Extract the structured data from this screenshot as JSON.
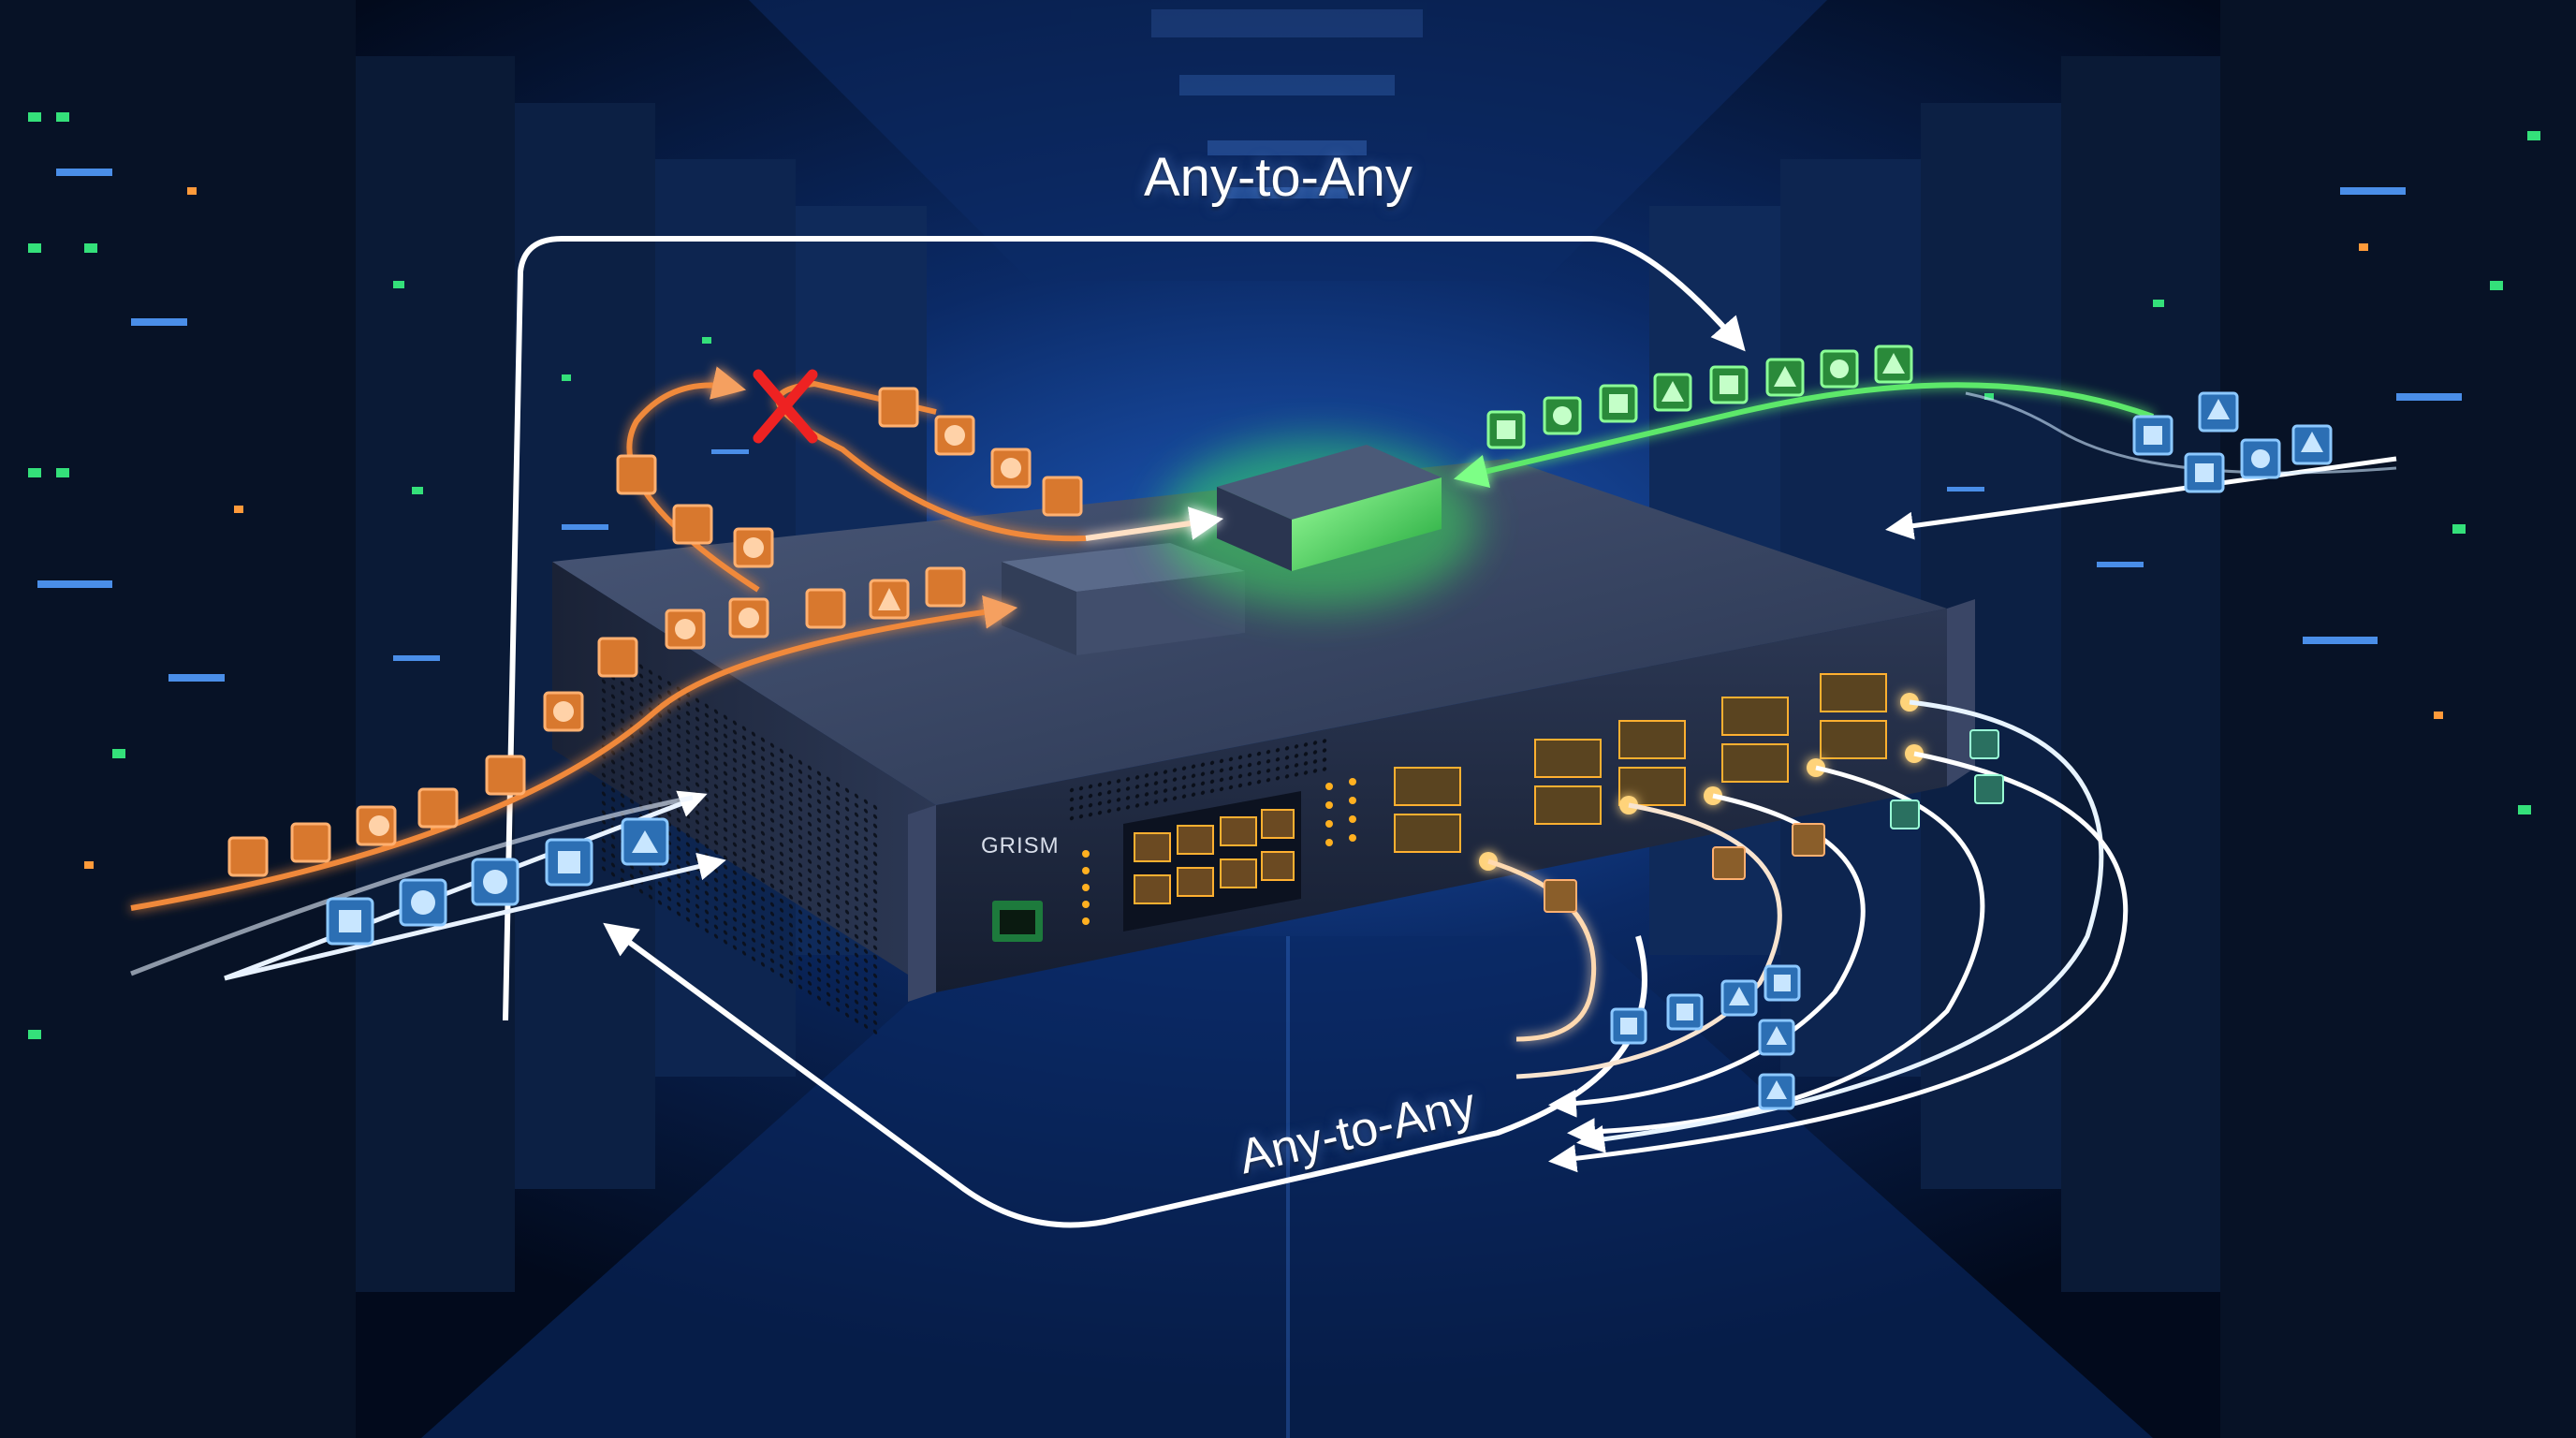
{
  "labels": {
    "top_flow": "Any-to-Any",
    "bottom_flow": "Any-to-Any",
    "device_brand": "GRISM"
  },
  "colors": {
    "orange_flow": "#f08a3c",
    "green_flow": "#5de86a",
    "blue_packet": "#4fa3e6",
    "white_arrow": "#ffffff",
    "blocked_mark": "#ee2222",
    "chassis": "#2a3550",
    "background": "#0a1a3a"
  },
  "icons": {
    "blocked": "red-x-icon",
    "packet_shapes": [
      "square",
      "circle",
      "triangle",
      "cross"
    ],
    "ethernet_port": "rj45-port-icon"
  }
}
